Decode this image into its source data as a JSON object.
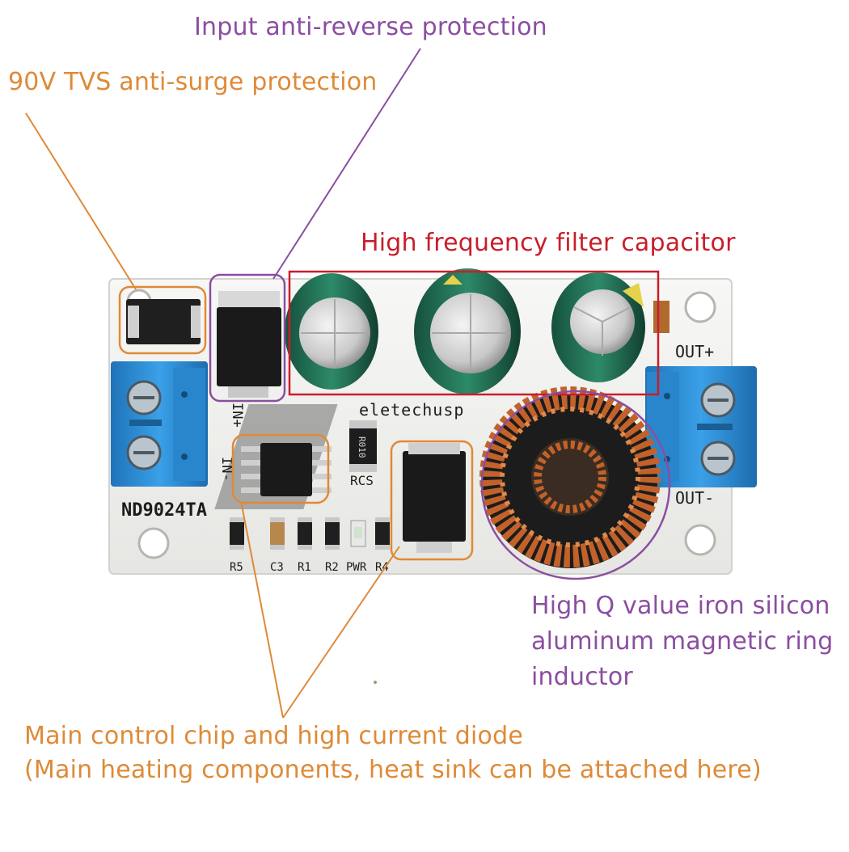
{
  "callouts": {
    "input_anti_reverse": "Input anti-reverse protection",
    "tvs": "90V TVS anti-surge protection",
    "filter_capacitor": "High frequency filter capacitor",
    "inductor_lines": [
      "High Q value iron silicon",
      "aluminum magnetic ring",
      "inductor"
    ],
    "main_lines": [
      "Main control chip and high current diode",
      "(Main heating components, heat sink can be attached here)"
    ]
  },
  "board": {
    "brand": "eletechusp",
    "model": "ND9024TA",
    "in_plus": "IN+",
    "in_minus": "IN-",
    "out_plus": "OUT+",
    "out_minus": "OUT-",
    "rcs": "RCS",
    "r010": "R010",
    "labels": [
      "R5",
      "C3",
      "R1",
      "R2",
      "PWR",
      "R4"
    ]
  },
  "colors": {
    "orange": "#de8a37",
    "purple": "#8b4ea0",
    "red": "#c81e2a",
    "pcb": "#f1f1ef",
    "terminal": "#2d8fd6",
    "capacitor": "#1f6b52",
    "inductor": "#c2622a"
  }
}
